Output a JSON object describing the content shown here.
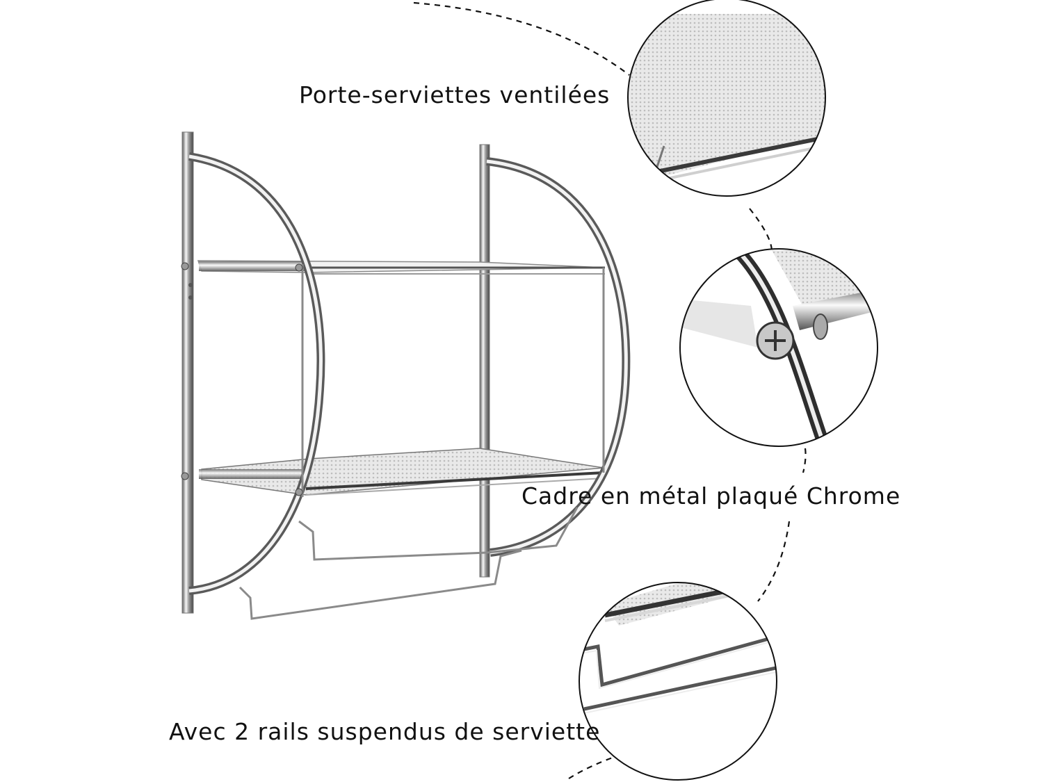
{
  "features": [
    {
      "label": "Porte-serviettes ventilées",
      "detail": "ventilated-shelf-closeup"
    },
    {
      "label": "Cadre en métal plaqué Chrome",
      "detail": "chrome-frame-screw-closeup"
    },
    {
      "label": "Avec 2 rails suspendus de serviette",
      "detail": "towel-rail-closeup"
    }
  ],
  "colors": {
    "chrome_light": "#f4f4f4",
    "chrome_mid": "#b8b8b8",
    "chrome_dark": "#4a4a4a",
    "text": "#111111",
    "dash": "#111111"
  }
}
